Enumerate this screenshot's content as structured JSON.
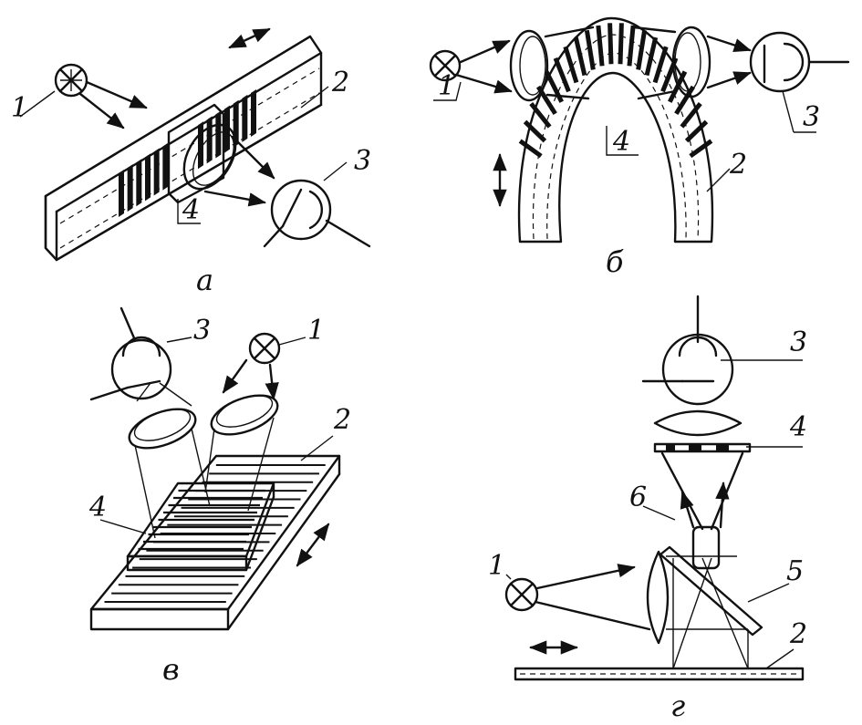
{
  "panels": {
    "a": {
      "caption": "а",
      "labels": {
        "source": "1",
        "scale": "2",
        "detector": "3",
        "grating": "4"
      }
    },
    "b": {
      "caption": "б",
      "labels": {
        "source": "1",
        "scale": "2",
        "detector": "3",
        "grating": "4"
      }
    },
    "v": {
      "caption": "в",
      "labels": {
        "source": "1",
        "scale": "2",
        "detector": "3",
        "grating": "4"
      }
    },
    "g": {
      "caption": "г",
      "labels": {
        "source": "1",
        "scale": "2",
        "detector": "3",
        "grating": "4",
        "mirror": "5",
        "lens": "6"
      }
    }
  },
  "icons": {
    "source": "lamp-cross-circle-icon",
    "detector": "photocell-circle-icon",
    "motion": "double-arrow-icon"
  }
}
